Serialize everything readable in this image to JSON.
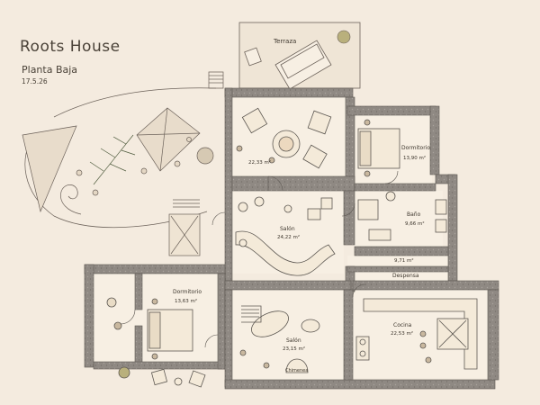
{
  "header": {
    "title": "Roots House",
    "subtitle": "Planta Baja",
    "date": "17.5.26"
  },
  "rooms": {
    "terraza": {
      "name": "Terraza"
    },
    "lounge": {
      "area": "22,33 m²"
    },
    "dormitorio_ne": {
      "name": "Dormitorio",
      "area": "13,90 m²"
    },
    "salon_center": {
      "name": "Salón",
      "area": "24,22 m²"
    },
    "bano": {
      "name": "Baño",
      "area": "9,66 m²"
    },
    "pasillo": {
      "area": "9,71 m²"
    },
    "despensa": {
      "name": "Despensa"
    },
    "dormitorio_w": {
      "name": "Dormitorio",
      "area": "13,63 m²"
    },
    "salon_south": {
      "name": "Salón",
      "area": "23,15 m²"
    },
    "cocina": {
      "name": "Cocina",
      "area": "22,53 m²"
    },
    "chimenea": {
      "name": "Chimenea"
    }
  },
  "colors": {
    "paper": "#f4ebdf",
    "wall": "#8c8680",
    "ink": "#3d362d",
    "accent": "#c98a60"
  }
}
